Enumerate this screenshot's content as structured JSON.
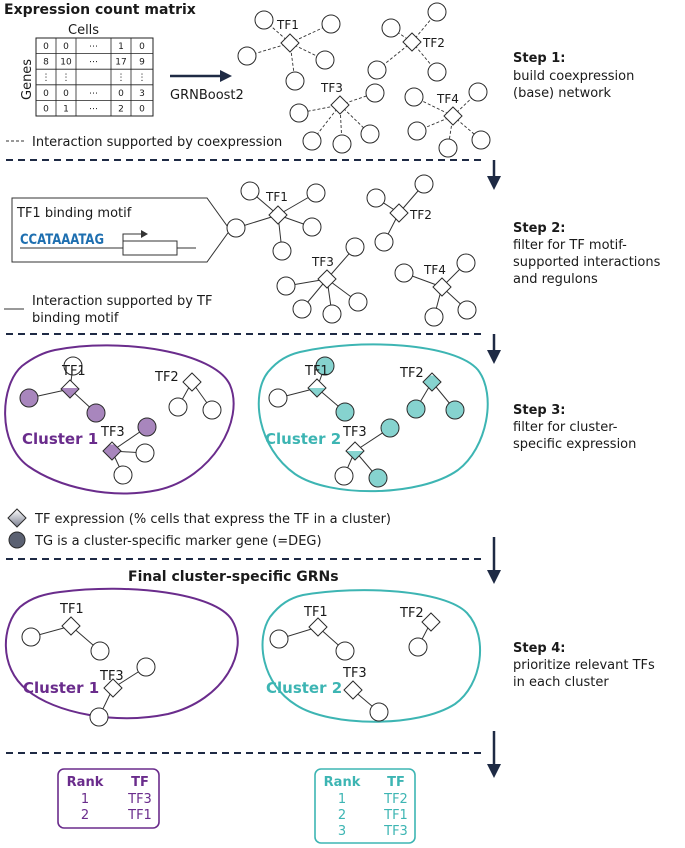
{
  "colors": {
    "purple": "#6a2c8c",
    "purple_fill": "#a886bd",
    "teal": "#3db5b3",
    "teal_fill": "#86d3cf",
    "navy": "#1e2a44",
    "dark_node": "#5b6172"
  },
  "section1": {
    "title": "Expression count matrix",
    "cells_label": "Cells",
    "genes_label": "Genes",
    "method_label": "GRNBoost2",
    "matrix_rows": [
      [
        "0",
        "0",
        "⋯",
        "1",
        "0"
      ],
      [
        "8",
        "10",
        "⋯",
        "17",
        "9"
      ],
      [
        "⋮",
        "⋮",
        "",
        "⋮",
        "⋮"
      ],
      [
        "0",
        "0",
        "⋯",
        "0",
        "3"
      ],
      [
        "0",
        "1",
        "⋯",
        "2",
        "0"
      ]
    ],
    "tf_labels": [
      "TF1",
      "TF2",
      "TF3",
      "TF4"
    ],
    "legend": "Interaction supported by coexpression",
    "step_title": "Step 1:",
    "step_lines": [
      "build coexpression",
      "(base) network"
    ]
  },
  "section2": {
    "motif_title": "TF1 binding motif",
    "motif_letters": "CCATAAATAG",
    "tf_labels": [
      "TF1",
      "TF2",
      "TF3",
      "TF4"
    ],
    "legend_lines": [
      "Interaction supported by TF",
      "binding motif"
    ],
    "step_title": "Step 2:",
    "step_lines": [
      "filter for TF motif-",
      "supported interactions",
      "and regulons"
    ]
  },
  "section3": {
    "cluster1_label": "Cluster 1",
    "cluster2_label": "Cluster 2",
    "c1_tf_labels": [
      "TF1",
      "TF2",
      "TF3"
    ],
    "c2_tf_labels": [
      "TF1",
      "TF2",
      "TF3"
    ],
    "legend_tf": "TF expression (% cells that express the TF in a cluster)",
    "legend_tg": "TG is a cluster-specific marker gene (=DEG)",
    "step_title": "Step 3:",
    "step_lines": [
      "filter for cluster-",
      "specific expression"
    ]
  },
  "section4": {
    "title": "Final cluster-specific GRNs",
    "cluster1_label": "Cluster 1",
    "cluster2_label": "Cluster 2",
    "c1_tf_labels": [
      "TF1",
      "TF3"
    ],
    "c2_tf_labels": [
      "TF1",
      "TF2",
      "TF3"
    ],
    "step_title": "Step 4:",
    "step_lines": [
      "prioritize relevant TFs",
      "in each cluster"
    ]
  },
  "ranking": {
    "rank_header": "Rank",
    "tf_header": "TF",
    "cluster1": [
      {
        "rank": "1",
        "tf": "TF3"
      },
      {
        "rank": "2",
        "tf": "TF1"
      }
    ],
    "cluster2": [
      {
        "rank": "1",
        "tf": "TF2"
      },
      {
        "rank": "2",
        "tf": "TF1"
      },
      {
        "rank": "3",
        "tf": "TF3"
      }
    ]
  }
}
